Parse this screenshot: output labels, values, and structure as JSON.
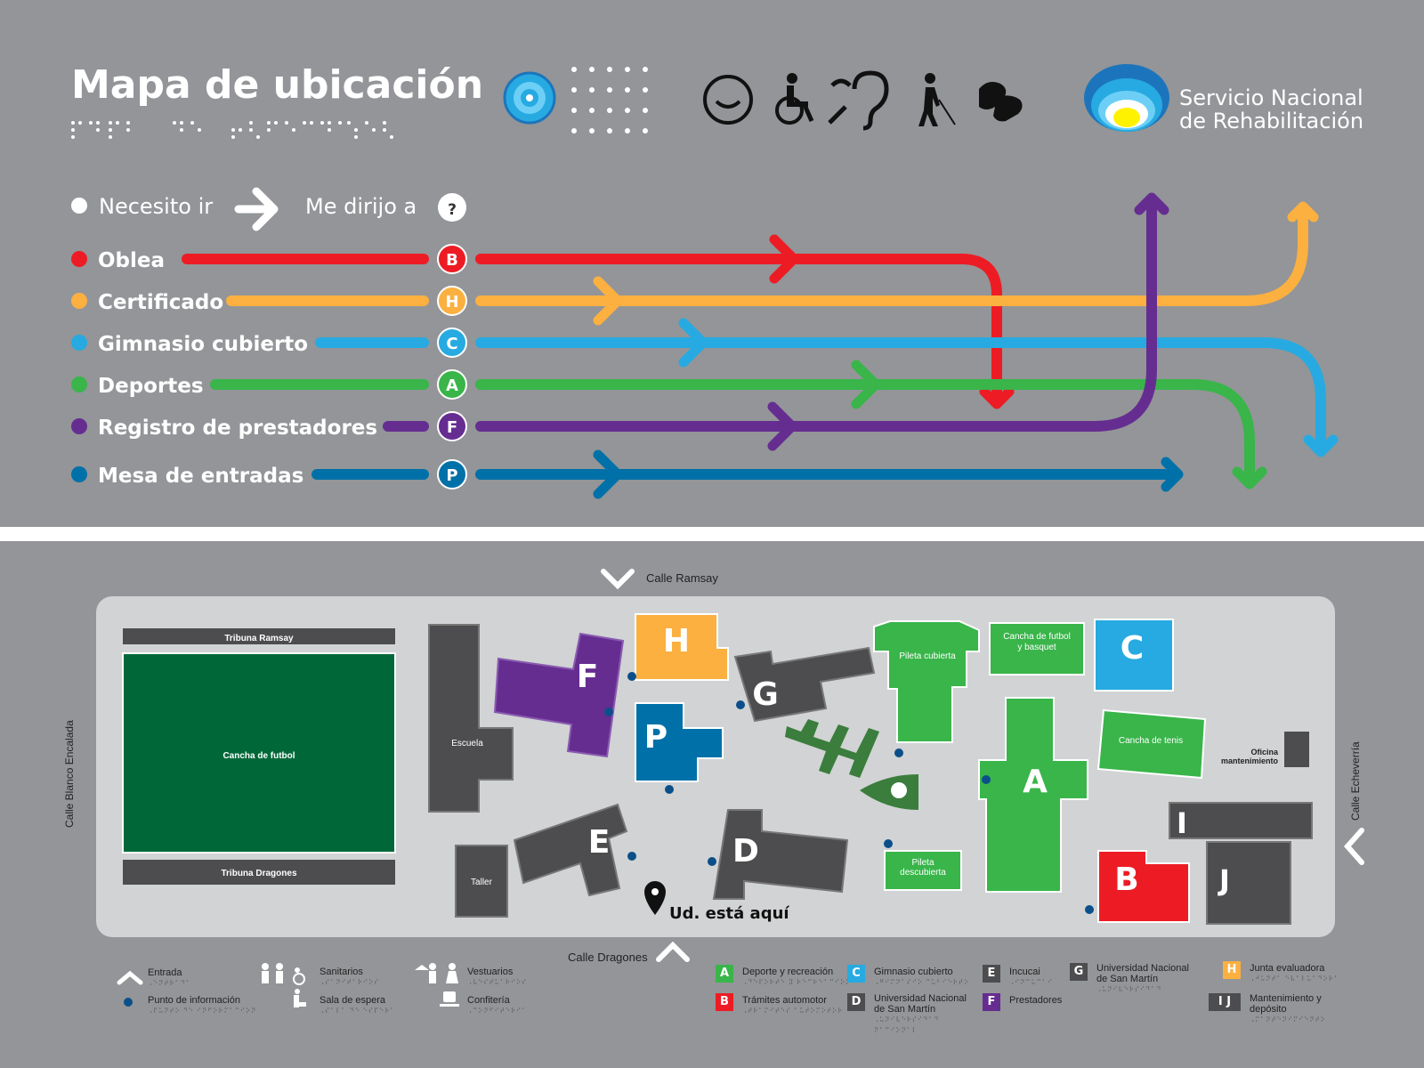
{
  "header": {
    "title": "Mapa de ubicación",
    "title_braille": "⠠⠍⠁⠏⠁ ⠙⠑ ⠥⠃⠊⠉⠁⠉⠊⠕⠝",
    "org_name_line1": "Servicio Nacional",
    "org_name_line2": "de Rehabilitación"
  },
  "accessibility_icons": [
    "visual-impairment-icon",
    "braille-dots-icon",
    "autism-icon",
    "wheelchair-icon",
    "hearing-loop-icon",
    "blind-person-icon",
    "sign-language-icon"
  ],
  "routes_header": {
    "need": "Necesito ir",
    "go_to": "Me dirijo a",
    "question": "?"
  },
  "routes": [
    {
      "label": "Oblea",
      "letter": "B",
      "color": "#ed1c24"
    },
    {
      "label": "Certificado",
      "letter": "H",
      "color": "#fbb040"
    },
    {
      "label": "Gimnasio cubierto",
      "letter": "C",
      "color": "#27aae1"
    },
    {
      "label": "Deportes",
      "letter": "A",
      "color": "#39b54a"
    },
    {
      "label": "Registro de prestadores",
      "letter": "F",
      "color": "#662d91"
    },
    {
      "label": "Mesa de entradas",
      "letter": "P",
      "color": "#0071a8"
    }
  ],
  "map": {
    "streets": {
      "top": "Calle Ramsay",
      "bottom": "Calle Dragones",
      "left": "Calle Blanco Encalada",
      "right": "Calle Echeverría"
    },
    "field": {
      "top_stand": "Tribuna Ramsay",
      "name": "Cancha de futbol",
      "bottom_stand": "Tribuna Dragones"
    },
    "buildings": {
      "escuela": "Escuela",
      "taller": "Taller",
      "pileta_cubierta": "Pileta cubierta",
      "cancha_futbol_basquet": "Cancha de futbol y basquet",
      "cancha_tenis": "Cancha de tenis",
      "oficina": "Oficina mantenimiento",
      "pileta_descubierta": "Pileta descubierta",
      "letters": {
        "F": "F",
        "H": "H",
        "G": "G",
        "P": "P",
        "C": "C",
        "A": "A",
        "E": "E",
        "D": "D",
        "B": "B",
        "I": "I",
        "J": "J"
      }
    },
    "you_are_here": "Ud. está aquí"
  },
  "legend": {
    "symbols": [
      {
        "label": "Entrada",
        "icon": "entrance-chevron-icon"
      },
      {
        "label": "Punto de información",
        "icon": "info-point-icon"
      },
      {
        "label": "Sanitarios",
        "icon": "restrooms-icon"
      },
      {
        "label": "Sala de espera",
        "icon": "waiting-room-icon"
      },
      {
        "label": "Vestuarios",
        "icon": "changing-room-icon"
      },
      {
        "label": "Confitería",
        "icon": "coffee-icon"
      }
    ],
    "areas": [
      {
        "letter": "A",
        "label": "Deporte y recreación",
        "color": "#39b54a"
      },
      {
        "letter": "B",
        "label": "Trámites automotor",
        "color": "#ed1c24"
      },
      {
        "letter": "C",
        "label": "Gimnasio cubierto",
        "color": "#27aae1"
      },
      {
        "letter": "D",
        "label": "Universidad Nacional de San Martín",
        "color": "#4d4d4f"
      },
      {
        "letter": "E",
        "label": "Incucai",
        "color": "#4d4d4f"
      },
      {
        "letter": "F",
        "label": "Prestadores",
        "color": "#662d91"
      },
      {
        "letter": "G",
        "label": "Universidad Nacional de San Martín",
        "color": "#4d4d4f"
      },
      {
        "letter": "H",
        "label": "Junta evaluadora",
        "color": "#fbb040"
      },
      {
        "letter": "I J",
        "label": "Mantenimiento y depósito",
        "color": "#4d4d4f"
      }
    ]
  },
  "colors": {
    "background": "#939598",
    "map_bg": "#d1d3d4",
    "dark_building": "#4d4d4f",
    "field": "#006838"
  }
}
